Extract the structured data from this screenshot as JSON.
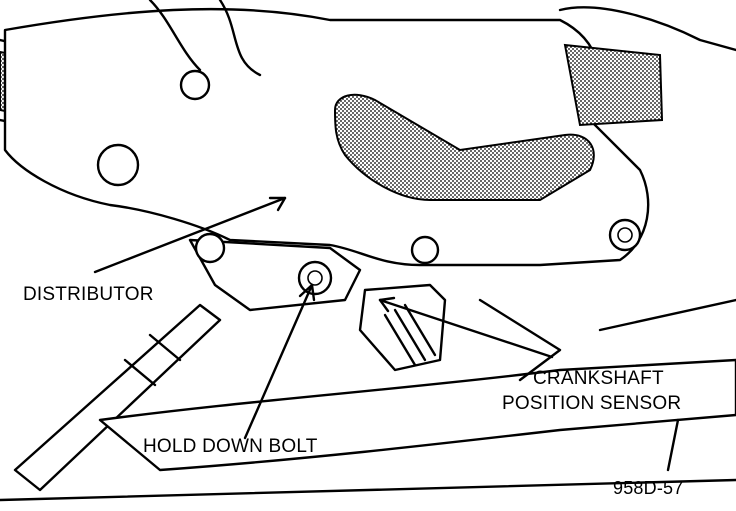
{
  "labels": {
    "distributor": "DISTRIBUTOR",
    "hold_down_bolt": "HOLD DOWN BOLT",
    "crankshaft_line1": "CRANKSHAFT",
    "crankshaft_line2": "POSITION SENSOR",
    "figure_code": "958D-57"
  },
  "colors": {
    "ink": "#000000",
    "paper": "#ffffff"
  }
}
